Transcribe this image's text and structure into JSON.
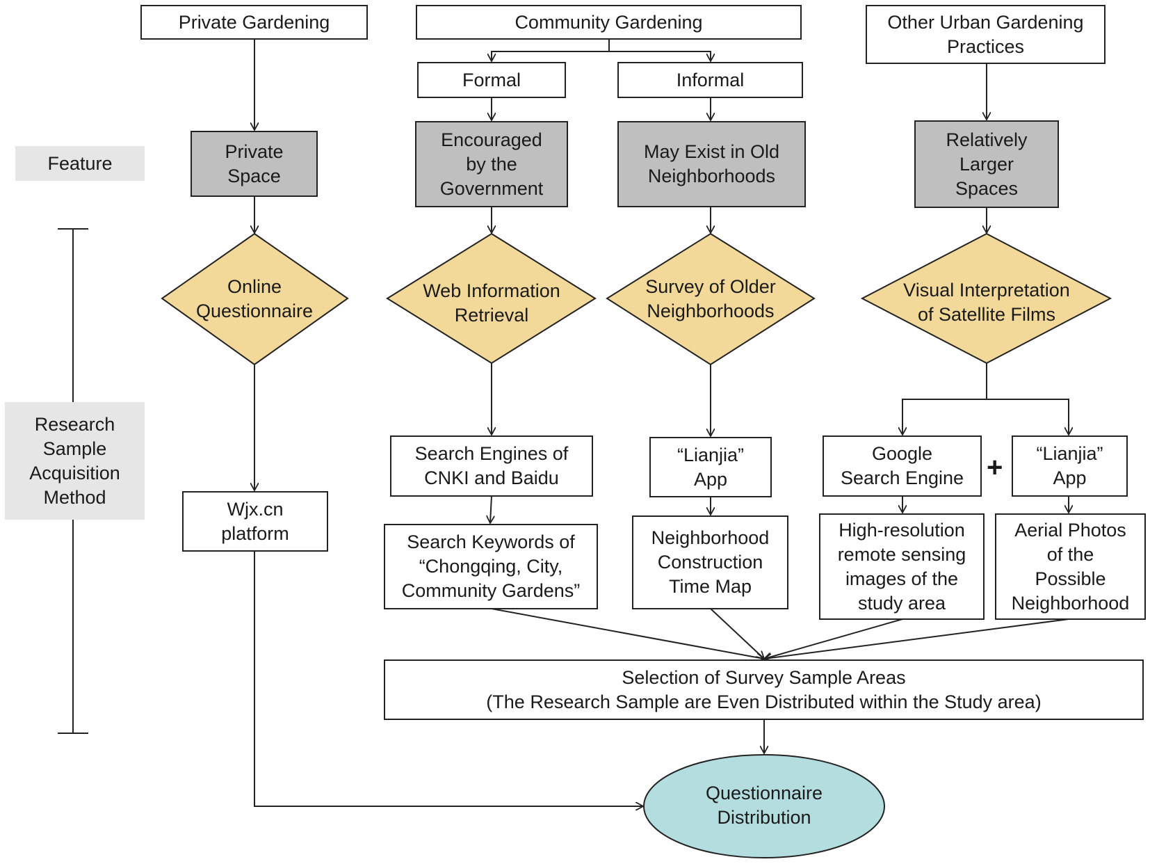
{
  "top": {
    "private_gardening": "Private Gardening",
    "community_gardening": "Community Gardening",
    "other_urban": "Other Urban Gardening\nPractices",
    "formal": "Formal",
    "informal": "Informal"
  },
  "side_labels": {
    "feature": "Feature",
    "method": "Research\nSample\nAcquisition\nMethod"
  },
  "features": {
    "private_space": "Private\nSpace",
    "encouraged": "Encouraged\nby the\nGovernment",
    "old_neighborhoods": "May Exist in Old\nNeighborhoods",
    "larger_spaces": "Relatively\nLarger\nSpaces"
  },
  "methods": {
    "online_questionnaire": "Online\nQuestionnaire",
    "web_retrieval": "Web Information\nRetrieval",
    "survey_older": "Survey of Older\nNeighborhoods",
    "visual_interpretation": "Visual Interpretation\nof Satellite Films"
  },
  "tools": {
    "wjx": "Wjx.cn\nplatform",
    "search_engines": "Search Engines of\nCNKI and Baidu",
    "search_keywords": "Search Keywords of\n“Chongqing, City,\nCommunity Gardens”",
    "lianjia_app_1": "“Lianjia”\nApp",
    "construction_map": "Neighborhood\nConstruction\nTime Map",
    "google": "Google\nSearch Engine",
    "plus": "+",
    "lianjia_app_2": "“Lianjia”\nApp",
    "remote_sensing": "High-resolution\nremote sensing\nimages of the\nstudy area",
    "aerial_photos": "Aerial Photos\nof the\nPossible\nNeighborhood"
  },
  "selection": "Selection of Survey Sample Areas\n(The Research Sample are Even Distributed within the Study area)",
  "distribution": "Questionnaire\nDistribution",
  "colors": {
    "feature_fill": "#bfbfbf",
    "diamond_fill": "#f2d999",
    "ellipse_fill": "#b4dde0",
    "side_fill": "#e6e6e6"
  }
}
